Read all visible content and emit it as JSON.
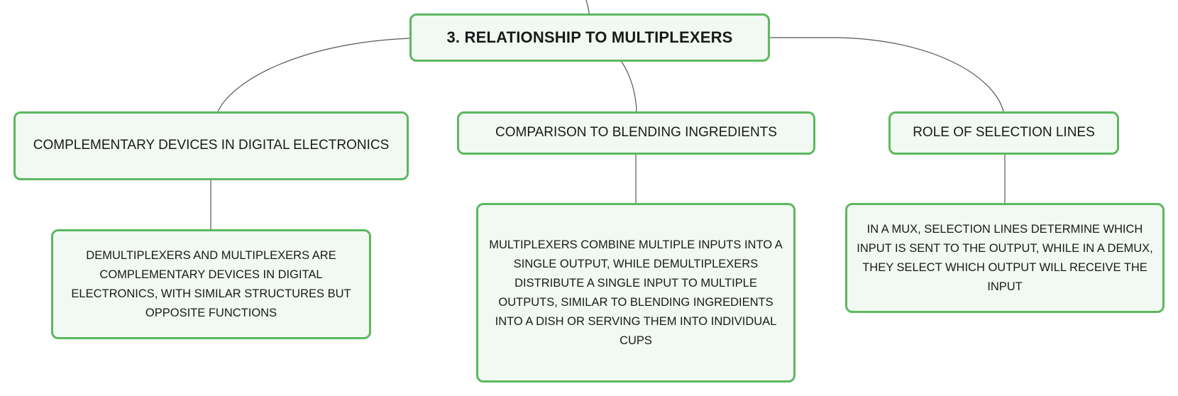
{
  "mindmap": {
    "root": {
      "label": "3. RELATIONSHIP TO MULTIPLEXERS"
    },
    "branches": [
      {
        "label": "COMPLEMENTARY DEVICES IN DIGITAL ELECTRONICS",
        "detail": "DEMULTIPLEXERS AND MULTIPLEXERS ARE COMPLEMENTARY DEVICES IN DIGITAL ELECTRONICS, WITH SIMILAR STRUCTURES BUT OPPOSITE FUNCTIONS"
      },
      {
        "label": "COMPARISON TO BLENDING INGREDIENTS",
        "detail": "MULTIPLEXERS COMBINE MULTIPLE INPUTS INTO A SINGLE OUTPUT, WHILE DEMULTIPLEXERS DISTRIBUTE A SINGLE INPUT TO MULTIPLE OUTPUTS, SIMILAR TO BLENDING INGREDIENTS INTO A DISH OR SERVING THEM INTO INDIVIDUAL CUPS"
      },
      {
        "label": "ROLE OF SELECTION LINES",
        "detail": "IN A MUX, SELECTION LINES DETERMINE WHICH INPUT IS SENT TO THE OUTPUT, WHILE IN A DEMUX, THEY SELECT WHICH OUTPUT WILL RECEIVE THE INPUT"
      }
    ]
  },
  "colors": {
    "node_border": "#5cb85f",
    "node_fill": "#f1f9f2",
    "edge": "#555555",
    "text": "#1a1a1a"
  }
}
